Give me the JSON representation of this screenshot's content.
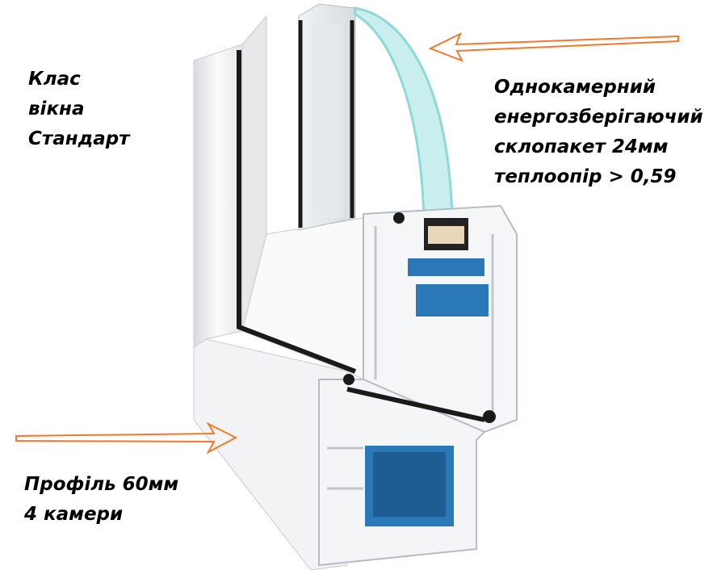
{
  "labels": {
    "window_class": [
      "Клас",
      "вікна",
      "Стандарт"
    ],
    "glass_unit": [
      "Однокамерний",
      "енергозберігаючий",
      "склопакет 24мм",
      "теплоопір > 0,59"
    ],
    "profile": [
      "Профіль 60мм",
      "4 камери"
    ]
  },
  "colors": {
    "arrow": "#f07a2a",
    "glass": "#8fd8d8",
    "insert": "#2b78b8",
    "seal": "#1a1a1a"
  }
}
